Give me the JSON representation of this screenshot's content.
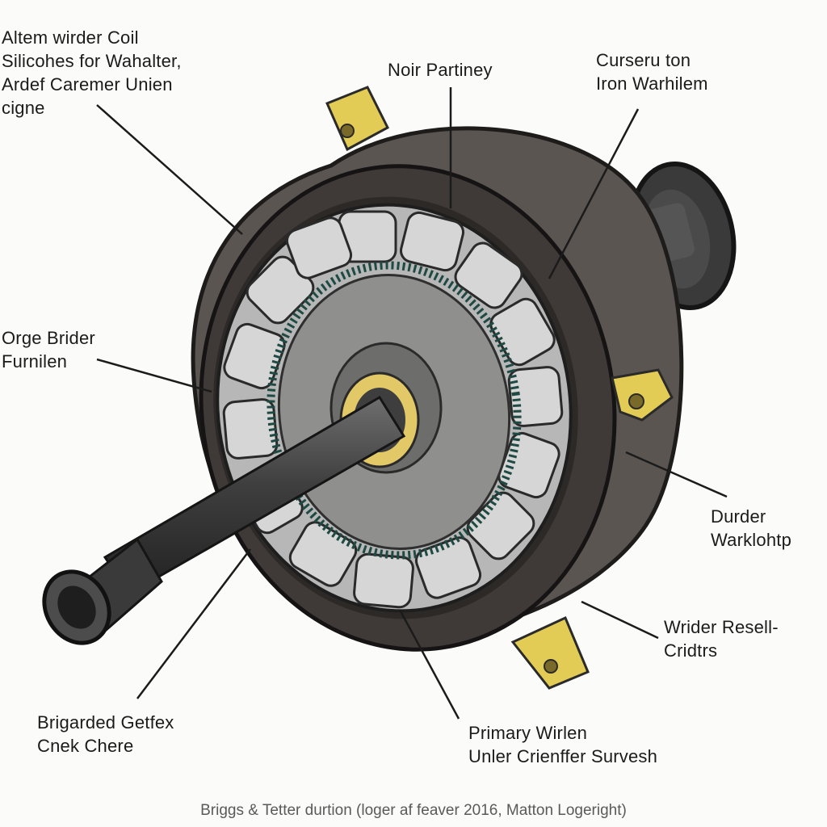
{
  "labels": {
    "top_left": [
      "Altem wirder Coil",
      "Silicohes for Wahalter,",
      "Ardef Caremer Unien",
      "cigne"
    ],
    "top_center": [
      "Noir Partiney"
    ],
    "top_right": [
      "Curseru ton",
      "Iron Warhilem"
    ],
    "mid_left": [
      "Orge Brider",
      "Furnilen"
    ],
    "mid_right": [
      "Durder",
      "Warklohtp"
    ],
    "lower_right": [
      "Wrider Resell-",
      "Cridtrs"
    ],
    "bottom_left": [
      "Brigarded Getfex",
      "Cnek Chere"
    ],
    "bottom_center": [
      "Primary Wirlen",
      "Unler Crienffer Survesh"
    ]
  },
  "caption": "Briggs & Tetter durtion (loger af feaver 2016, Matton Logeright)",
  "colors": {
    "housing": "#4a4542",
    "housing_dark": "#2b2725",
    "coil": "#c9c9c9",
    "core": "#8c8c8a",
    "winding": "#1f4a43",
    "shaft": "#3a3a3a",
    "brass": "#d9bf58",
    "tab": "#e3cc55"
  }
}
